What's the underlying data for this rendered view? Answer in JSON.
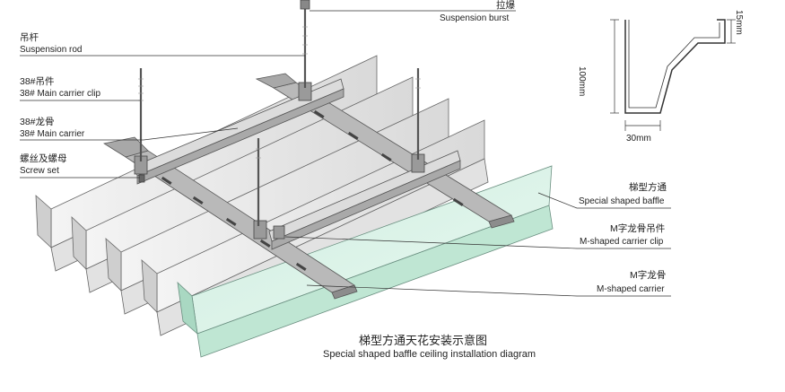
{
  "labels": {
    "suspension_burst": {
      "zh": "拉爆",
      "en": "Suspension burst"
    },
    "suspension_rod": {
      "zh": "吊杆",
      "en": "Suspension rod"
    },
    "main_carrier_clip": {
      "zh": "38#吊件",
      "en": "38# Main carrier clip"
    },
    "main_carrier": {
      "zh": "38#龙骨",
      "en": "38# Main carrier"
    },
    "screw_set": {
      "zh": "螺丝及螺母",
      "en": "Screw set"
    },
    "special_baffle": {
      "zh": "梯型方通",
      "en": "Special shaped baffle"
    },
    "m_carrier_clip": {
      "zh": "M字龙骨吊件",
      "en": "M-shaped carrier clip"
    },
    "m_carrier": {
      "zh": "M字龙骨",
      "en": "M-shaped carrier"
    }
  },
  "profile": {
    "height": "100mm",
    "width": "30mm",
    "lip": "15mm"
  },
  "caption": {
    "zh": "梯型方通天花安装示意图",
    "en": "Special shaped baffle ceiling installation diagram"
  }
}
